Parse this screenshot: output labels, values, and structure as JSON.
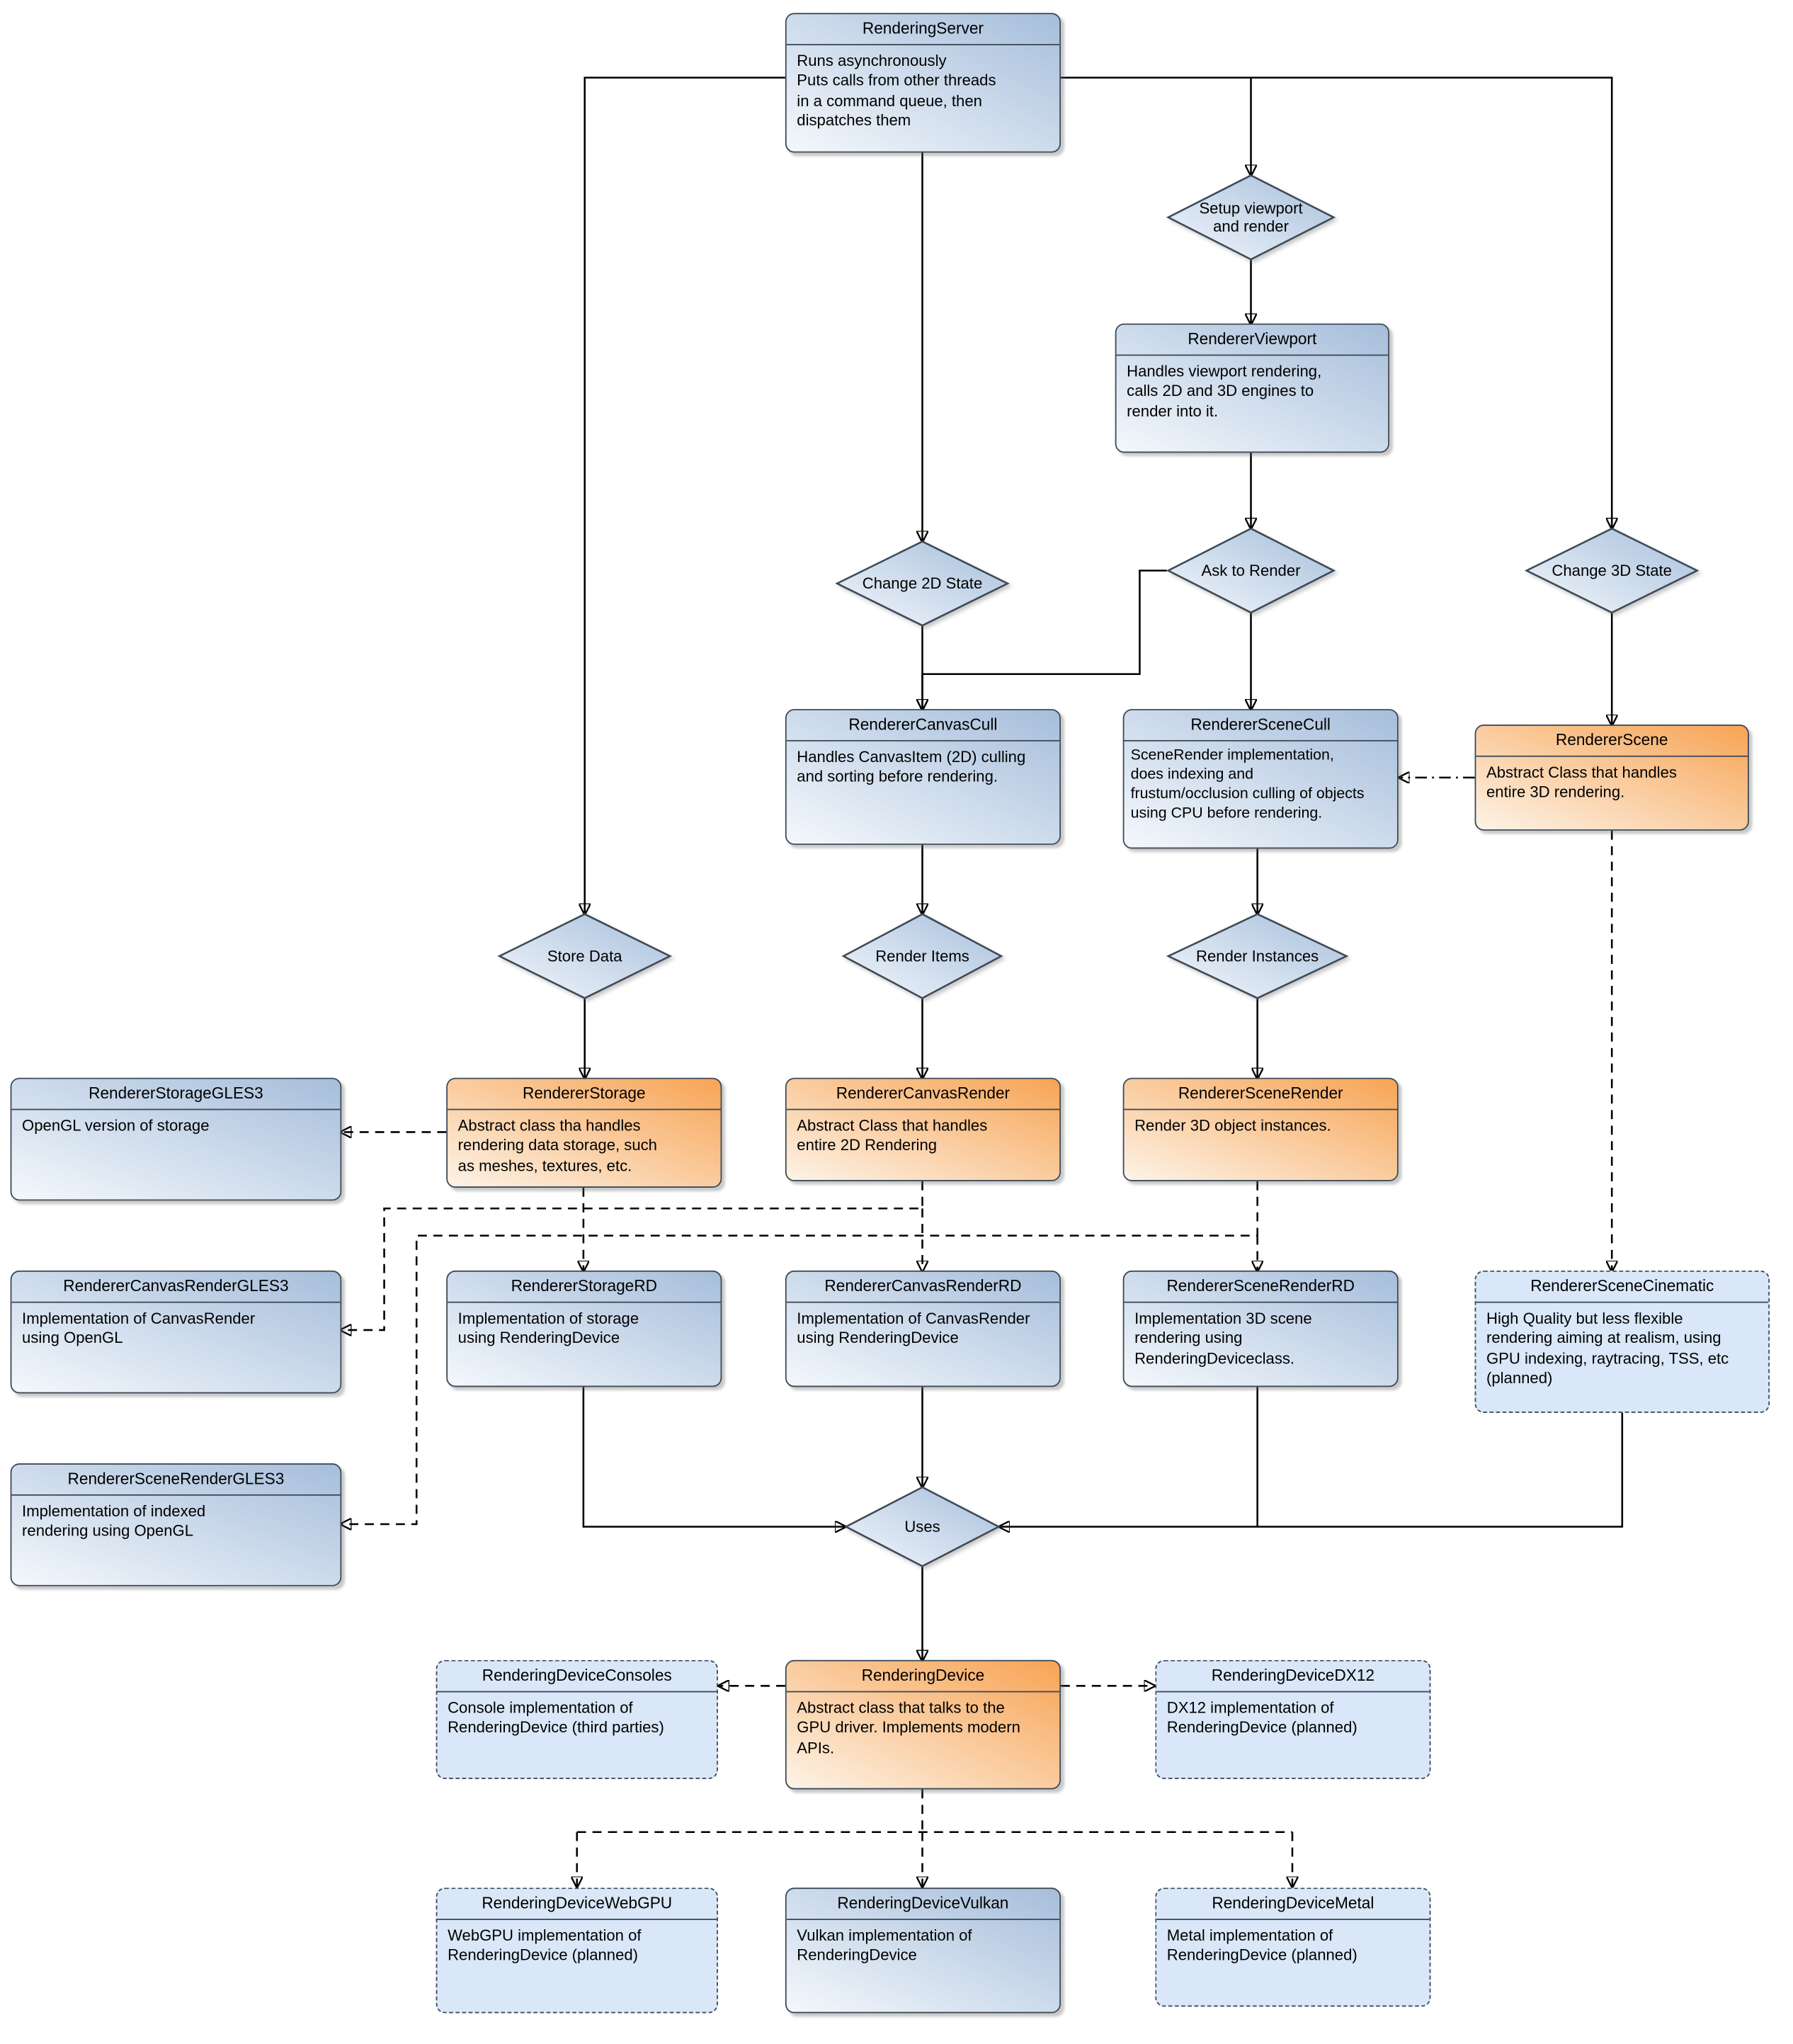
{
  "colors": {
    "box_blue": "#a6bedb",
    "box_blue_light": "#f4f8fc",
    "box_orange": "#f7a455",
    "box_orange_light": "#fdf3e7",
    "planned_fill": "#d9e7f8",
    "border": "#3e4a57",
    "line": "#000000"
  },
  "nodes": {
    "rendering_server": {
      "title": "RenderingServer",
      "body": "Runs asynchronously\nPuts calls from other threads\nin a command queue, then\ndispatches them"
    },
    "renderer_viewport": {
      "title": "RendererViewport",
      "body": "Handles viewport rendering,\ncalls 2D and 3D engines to\nrender into it."
    },
    "renderer_canvas_cull": {
      "title": "RendererCanvasCull",
      "body": "Handles CanvasItem (2D) culling\nand sorting before rendering."
    },
    "renderer_scene_cull": {
      "title": "RendererSceneCull",
      "body": "SceneRender implementation,\ndoes indexing and\nfrustum/occlusion culling of objects\nusing CPU before rendering."
    },
    "renderer_scene": {
      "title": "RendererScene",
      "body": "Abstract Class that handles\nentire 3D rendering."
    },
    "renderer_storage_gles3": {
      "title": "RendererStorageGLES3",
      "body": "OpenGL version of storage"
    },
    "renderer_storage": {
      "title": "RendererStorage",
      "body": "Abstract class tha handles\nrendering data storage, such\nas meshes, textures, etc."
    },
    "renderer_canvas_render": {
      "title": "RendererCanvasRender",
      "body": "Abstract Class that handles\nentire 2D Rendering"
    },
    "renderer_scene_render": {
      "title": "RendererSceneRender",
      "body": "Render 3D object instances."
    },
    "renderer_canvas_render_gles3": {
      "title": "RendererCanvasRenderGLES3",
      "body": "Implementation of CanvasRender\nusing OpenGL"
    },
    "renderer_storage_rd": {
      "title": "RendererStorageRD",
      "body": "Implementation of storage\nusing RenderingDevice"
    },
    "renderer_canvas_render_rd": {
      "title": "RendererCanvasRenderRD",
      "body": "Implementation of CanvasRender\nusing RenderingDevice"
    },
    "renderer_scene_render_rd": {
      "title": "RendererSceneRenderRD",
      "body": "Implementation 3D scene\nrendering using\nRenderingDeviceclass."
    },
    "renderer_scene_cinematic": {
      "title": "RendererSceneCinematic",
      "body": "High Quality but less flexible\nrendering aiming at realism, using\nGPU indexing, raytracing, TSS, etc\n(planned)"
    },
    "renderer_scene_render_gles3": {
      "title": "RendererSceneRenderGLES3",
      "body": "Implementation of indexed\nrendering using OpenGL"
    },
    "rendering_device_consoles": {
      "title": "RenderingDeviceConsoles",
      "body": "Console implementation of\nRenderingDevice (third parties)"
    },
    "rendering_device": {
      "title": "RenderingDevice",
      "body": "Abstract class that talks to the\nGPU driver. Implements modern\nAPIs."
    },
    "rendering_device_dx12": {
      "title": "RenderingDeviceDX12",
      "body": "DX12 implementation of\nRenderingDevice (planned)"
    },
    "rendering_device_webgpu": {
      "title": "RenderingDeviceWebGPU",
      "body": "WebGPU implementation of\nRenderingDevice (planned)"
    },
    "rendering_device_vulkan": {
      "title": "RenderingDeviceVulkan",
      "body": "Vulkan implementation of\nRenderingDevice"
    },
    "rendering_device_metal": {
      "title": "RenderingDeviceMetal",
      "body": "Metal implementation of\nRenderingDevice (planned)"
    }
  },
  "decisions": {
    "setup_viewport": {
      "label": "Setup viewport\nand render"
    },
    "change_2d": {
      "label": "Change 2D State"
    },
    "ask_render": {
      "label": "Ask to Render"
    },
    "change_3d": {
      "label": "Change 3D State"
    },
    "store_data": {
      "label": "Store Data"
    },
    "render_items": {
      "label": "Render Items"
    },
    "render_instances": {
      "label": "Render Instances"
    },
    "uses": {
      "label": "Uses"
    }
  }
}
